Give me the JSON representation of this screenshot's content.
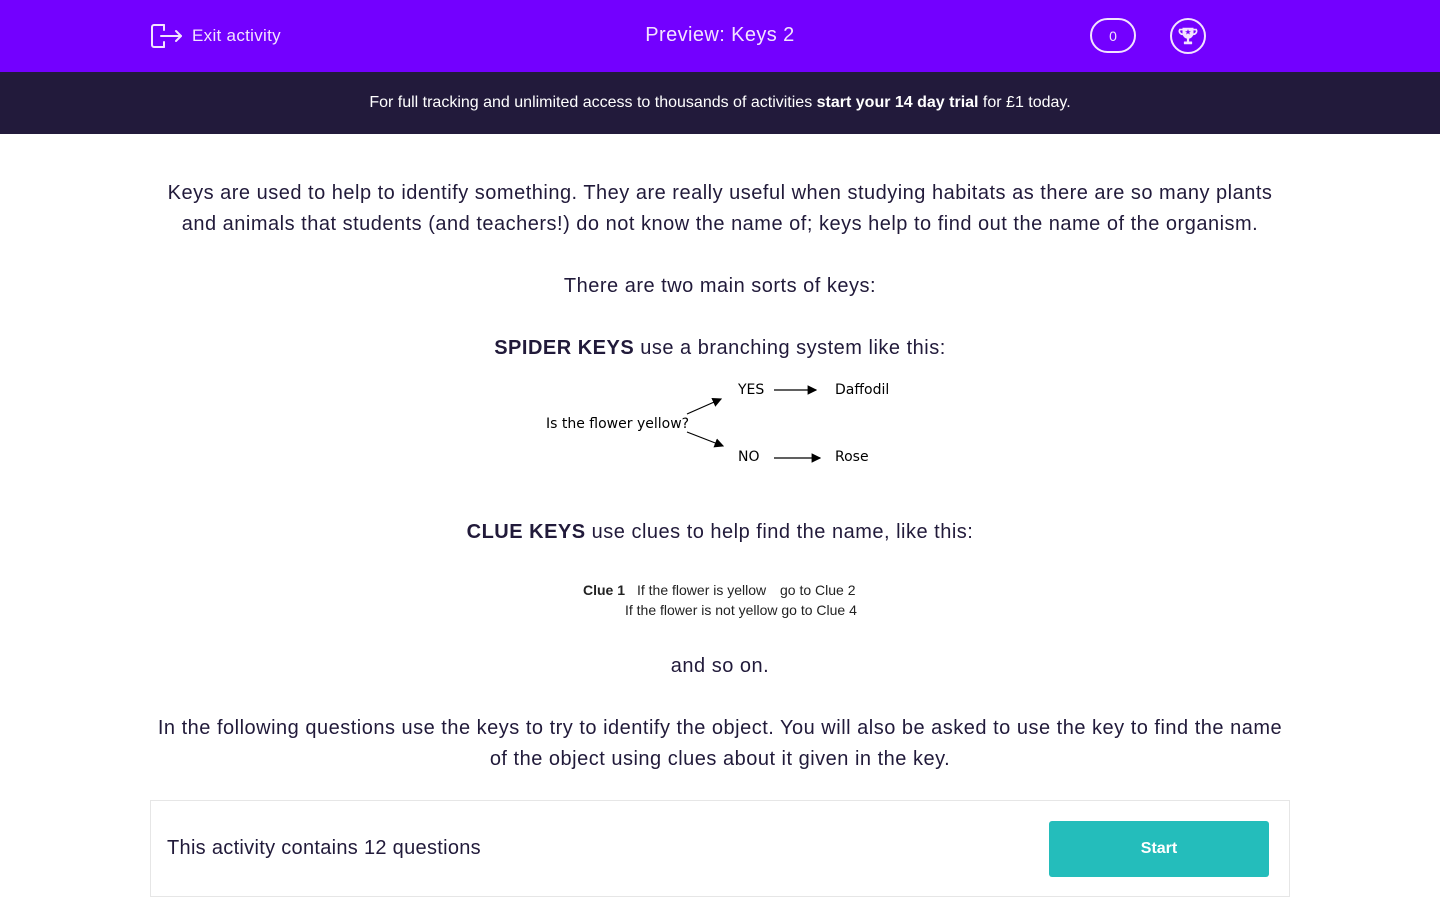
{
  "header": {
    "exit_label": "Exit activity",
    "title": "Preview: Keys 2",
    "score": "0",
    "icons": {
      "exit": "exit-door-icon",
      "trophy": "trophy-icon"
    },
    "colors": {
      "bar": "#7300ff",
      "text": "#f3e3ff"
    }
  },
  "banner": {
    "text_before": "For full tracking and unlimited access to thousands of activities ",
    "link_text": "start your 14 day trial",
    "text_after": " for £1 today.",
    "colors": {
      "bg": "#221a3b"
    }
  },
  "content": {
    "intro": "Keys are used to help to identify something. They are really useful when studying habitats as there are so many plants and animals that students (and teachers!) do not know the name of; keys help to find out the name of the organism.",
    "two_sorts": "There are two main sorts of keys:",
    "spider_bold": "SPIDER KEYS",
    "spider_rest": " use a branching system like this:",
    "spider_diagram": {
      "question": "Is the flower yellow?",
      "yes": "YES",
      "no": "NO",
      "yes_result": "Daffodil",
      "no_result": "Rose"
    },
    "clue_bold": "CLUE KEYS",
    "clue_rest": " use clues to help find the name, like this:",
    "clue_example": {
      "label": "Clue 1",
      "line1_condition": "If the flower is yellow",
      "line1_action": "go to Clue 2",
      "line2": "If the flower is not yellow go to Clue 4"
    },
    "and_so_on": "and so on.",
    "instructions": "In the following questions use the keys to try to identify the object.  You will also be asked to use the key to find the name of the object using clues about it given in the key."
  },
  "card": {
    "text": "This activity contains 12 questions",
    "start_label": "Start",
    "colors": {
      "button": "#24bdbb"
    }
  }
}
